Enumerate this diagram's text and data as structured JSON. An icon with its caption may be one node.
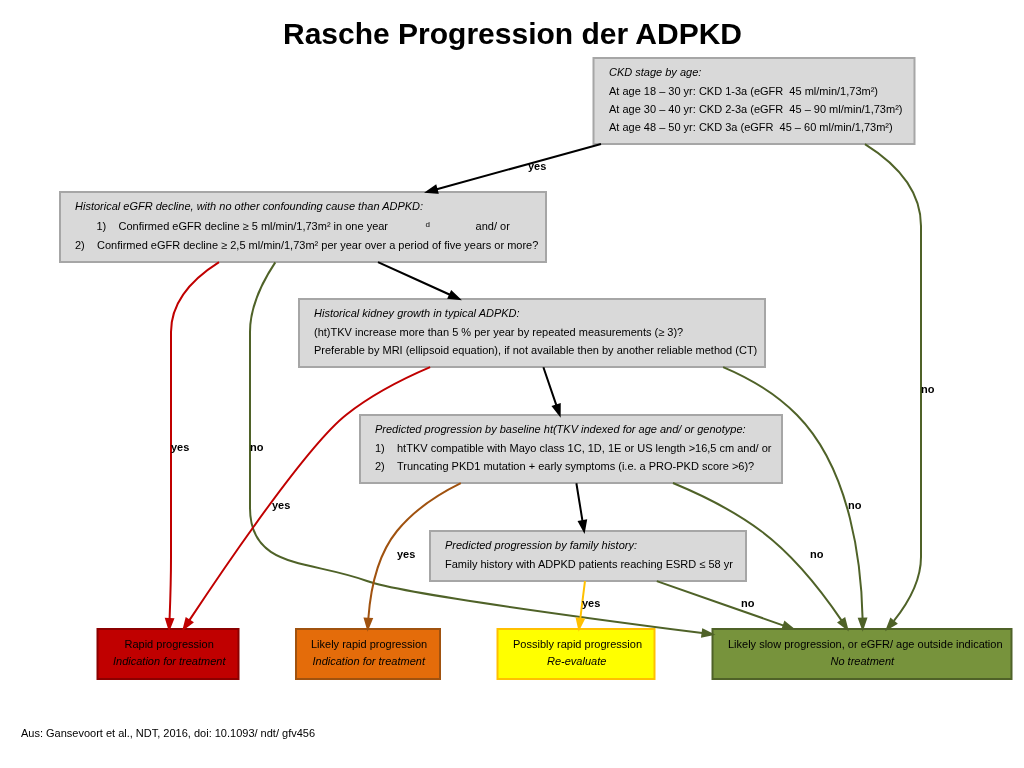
{
  "diagram": {
    "title": "Rasche Progression der ADPKD",
    "caption": "Aus: Gansevoort et al., NDT, 2016, doi: 10.1093/ ndt/ gfv456",
    "nodes": [
      {
        "text": [
          "CKD stage by age:",
          "At age 18 – 30 yr: CKD 1-3a (eGFR  45 ml/min/1,73m²)",
          "At age 30 – 40 yr: CKD 2-3a (eGFR  45 – 90 ml/min/1,73m²)",
          "At age 48 – 50 yr: CKD 3a (eGFR  45 – 60 ml/min/1,73m²)"
        ]
      },
      {
        "text": [
          "Historical eGFR decline, with no other confounding cause than ADPKD:",
          "1)    Confirmed eGFR decline ≥ 5 ml/min/1,73m² in one year$^{d}$ and/ or",
          "2)    Confirmed eGFR decline ≥ 2,5 ml/min/1,73m² per year over a period of five years or more?"
        ]
      },
      {
        "text": [
          "Historical kidney growth in typical ADPKD:",
          "(ht)TKV increase more than 5 % per year by repeated measurements (≥ 3)?",
          "Preferable by MRI (ellipsoid equation), if not available then by another reliable method (CT)"
        ]
      },
      {
        "text": [
          "Predicted progression by baseline ht(TKV indexed for age and/ or genotype:",
          "1)    htTKV compatible with Mayo class 1C, 1D, 1E or US length >16,5 cm and/ or",
          "2)    Truncating PKD1 mutation + early symptoms (i.e. a PRO-PKD score >6)?"
        ]
      },
      {
        "text": [
          "Predicted progression by family history:",
          "Family history with ADPKD patients reaching ESRD ≤ 58 yr"
        ]
      },
      {
        "text": [
          "Rapid progression",
          "Indication for treatment"
        ]
      },
      {
        "text": [
          "Likely rapid progression",
          "Indication for treatment"
        ]
      },
      {
        "text": [
          "Possibly rapid progression",
          "Re-evaluate"
        ]
      },
      {
        "text": [
          "Likely slow progression, or eGFR/ age outside indication",
          "No treatment"
        ]
      }
    ],
    "edges": [
      {
        "from": 0,
        "to": 1,
        "arrow": "to",
        "label": "yes",
        "color": "#000000"
      },
      {
        "from": 0,
        "to": 8,
        "arrow": "to",
        "label": "no"
      },
      {
        "from": 1,
        "to": 2,
        "arrow": "to",
        "color": "#000000"
      },
      {
        "from": 1,
        "to": 8,
        "arrow": "to",
        "label": "no"
      },
      {
        "from": 1,
        "to": 5,
        "arrow": "to",
        "label": "yes",
        "color": "#c00000"
      },
      {
        "from": 2,
        "to": 3,
        "arrow": "to",
        "color": "#000000"
      },
      {
        "from": 2,
        "to": 8,
        "arrow": "to",
        "label": "no"
      },
      {
        "from": 2,
        "to": 5,
        "arrow": "to",
        "label": "yes",
        "color": "#c00000"
      },
      {
        "from": 3,
        "to": 4,
        "arrow": "to",
        "color": "#000000"
      },
      {
        "from": 3,
        "to": 8,
        "arrow": "to",
        "label": "no"
      },
      {
        "from": 3,
        "to": 6,
        "arrow": "to",
        "label": "yes",
        "color": "#a0520f"
      },
      {
        "from": 4,
        "to": 7,
        "arrow": "to",
        "label": "yes",
        "color": "#ffc000"
      },
      {
        "from": 4,
        "to": 8,
        "arrow": "to",
        "label": "no"
      }
    ]
  }
}
